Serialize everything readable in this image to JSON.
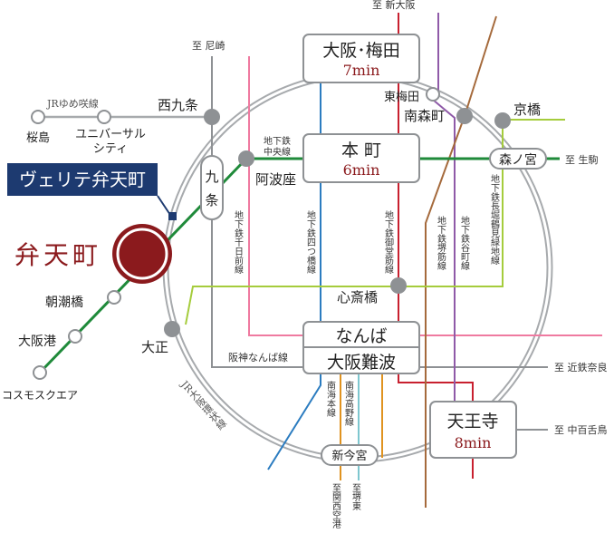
{
  "banner": {
    "text": "ヴェリテ弁天町"
  },
  "hub": {
    "name": "弁天町"
  },
  "major_stations": [
    {
      "key": "umeda",
      "name": "大阪･梅田",
      "time": "7min"
    },
    {
      "key": "honmachi",
      "name": "本 町",
      "time": "6min"
    },
    {
      "key": "namba1",
      "name": "なんば",
      "time": ""
    },
    {
      "key": "namba2",
      "name": "大阪難波",
      "time": ""
    },
    {
      "key": "tennoji",
      "name": "天王寺",
      "time": "8min"
    }
  ],
  "stations": {
    "nishikujo": "西九条",
    "sakurajima": "桜島",
    "universal": "ユニバーサル",
    "city": "シティ",
    "awaza": "阿波座",
    "kujo1": "九",
    "kujo2": "条",
    "chiyozaki": "朝潮橋",
    "osakako": "大阪港",
    "cosmo": "コスモスクエア",
    "taisho": "大正",
    "higashiumeda": "東梅田",
    "minamimorimachi": "南森町",
    "kyobashi": "京橋",
    "morinomiya": "森ノ宮",
    "shinsaibashi": "心斎橋",
    "shinimamiya": "新今宮"
  },
  "lines": {
    "jr_yumesaki": "JRゆめ咲線",
    "chuo_a": "地下鉄",
    "chuo_b": "中央線",
    "sennichimae": "地下鉄千日前線",
    "yotsubashi": "地下鉄四つ橋線",
    "midosuji": "地下鉄御堂筋線",
    "sakaisuji": "地下鉄堺筋線",
    "tanimachi": "地下鉄谷町線",
    "nagahori": "地下鉄長堀鶴見緑地線",
    "hanshin": "阪神なんば線",
    "loop": "JR大阪環状線",
    "nankai_main": "南海本線",
    "nankai_koya": "南海高野線"
  },
  "destinations": {
    "shinosaka": "至 新大阪",
    "amagasaki": "至 尼崎",
    "ikoma": "至 生駒",
    "kintetsu_nara": "至 近鉄奈良",
    "nakamozu": "至 中百舌鳥",
    "kansai_airport": "至関西空港",
    "sakaihigashi": "至堺東"
  },
  "colors": {
    "loop": "#a7aaad",
    "hub": "#8b1a1d",
    "banner": "#1d3a70",
    "chuo": "#1f8a3a",
    "midosuji": "#c8202f",
    "yotsubashi": "#2b7cc0",
    "tanimachi": "#8f5aa8",
    "sakaisuji": "#a56a3c",
    "nagahori": "#a5cc3c",
    "sennichimae": "#ef7aa0",
    "nankai": "#e09320",
    "koya": "#7ec7cf",
    "gray": "#8e9194"
  }
}
